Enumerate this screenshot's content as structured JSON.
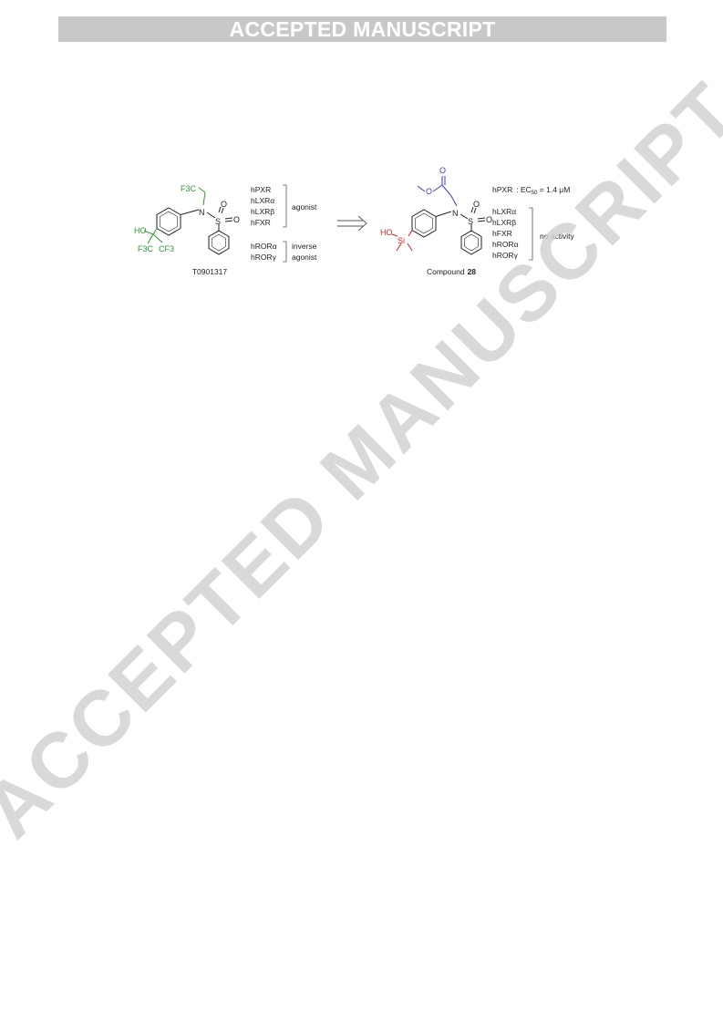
{
  "header": {
    "banner_text": "ACCEPTED MANUSCRIPT"
  },
  "watermark": {
    "text": "ACCEPTED MANUSCRIPT"
  },
  "figure": {
    "left_compound": {
      "name": "T0901317",
      "substituent_top": "F3C",
      "substituent_left_ho": "HO",
      "substituent_cf3_a": "F3C",
      "substituent_cf3_b": "CF3",
      "atom_n": "N",
      "atom_s": "S",
      "atom_o_top": "O",
      "atom_o_right": "O",
      "receptors_group1": [
        "hPXR",
        "hLXRα",
        "hLXRβ",
        "hFXR"
      ],
      "label_group1": "agonist",
      "receptors_group2": [
        "hRORα",
        "hRORγ"
      ],
      "label_group2_line1": "inverse",
      "label_group2_line2": "agonist"
    },
    "arrow": "⟹",
    "right_compound": {
      "name_prefix": "Compound",
      "name_number": "28",
      "ester_o_carbonyl": "O",
      "ester_o": "O",
      "atom_n": "N",
      "atom_s": "S",
      "atom_o_top": "O",
      "atom_o_right": "O",
      "silanol_ho": "HO",
      "silanol_si": "Si",
      "pxr_line": {
        "receptor": "hPXR",
        "sep": ": EC",
        "sub": "50",
        "value": " = 1.4 μM"
      },
      "receptors_inactive": [
        "hLXRα",
        "hLXRβ",
        "hFXR",
        "hRORα",
        "hRORγ"
      ],
      "label_inactive": "no activity"
    },
    "colors": {
      "green": "#2e9a35",
      "blue": "#3a3adf",
      "red": "#e02424",
      "black": "#222222"
    }
  }
}
